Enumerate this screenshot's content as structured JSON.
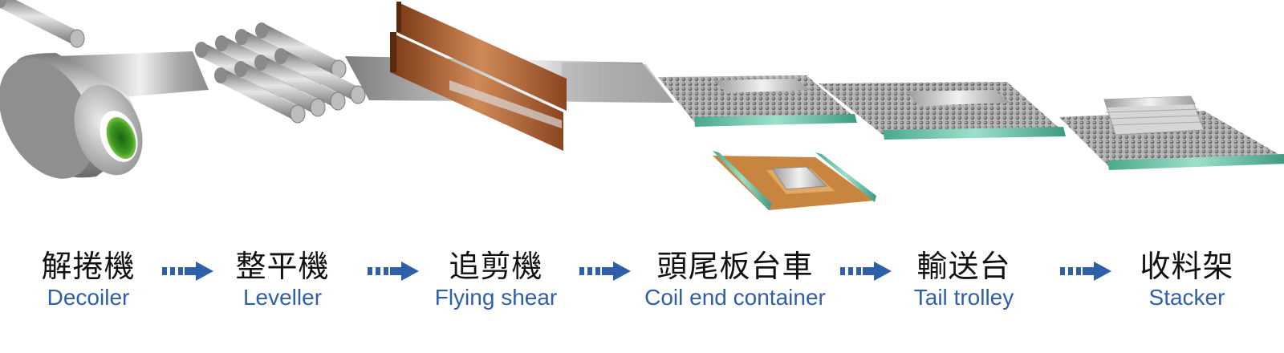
{
  "steps": [
    {
      "zh": "解捲機",
      "en": "Decoiler"
    },
    {
      "zh": "整平機",
      "en": "Leveller"
    },
    {
      "zh": "追剪機",
      "en": "Flying shear"
    },
    {
      "zh": "頭尾板台車",
      "en": "Coil end container"
    },
    {
      "zh": "輸送台",
      "en": "Tail trolley"
    },
    {
      "zh": "收料架",
      "en": "Stacker"
    }
  ],
  "colors": {
    "label_blue": "#2f5fa8",
    "label_black": "#111111",
    "steel": "#bdbdbd",
    "copper": "#b5683a",
    "coil_core_green": "#3f9a22",
    "conveyor_teal": "#5fc2a6"
  }
}
